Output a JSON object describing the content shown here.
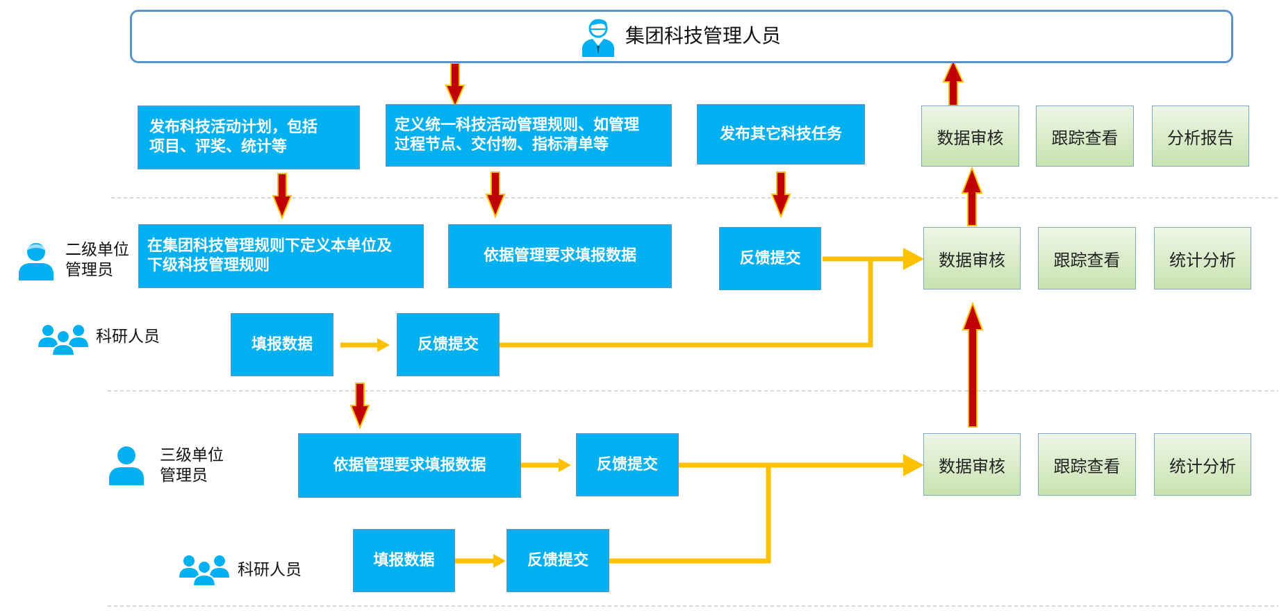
{
  "header": {
    "title": "集团科技管理人员",
    "icon": "manager-icon"
  },
  "roles": {
    "level2_admin": {
      "line1": "二级单位",
      "line2": "管理员",
      "icon": "person-icon"
    },
    "researcher_1": {
      "label": "科研人员",
      "icon": "group-icon"
    },
    "level3_admin": {
      "line1": "三级单位",
      "line2": "管理员",
      "icon": "person-icon"
    },
    "researcher_2": {
      "label": "科研人员",
      "icon": "group-icon"
    }
  },
  "group_tasks": {
    "publish_plan": {
      "line1": "发布科技活动计划，包括",
      "line2": "项目、评奖、统计等"
    },
    "define_rules": {
      "line1": "定义统一科技活动管理规则、如管理",
      "line2": "过程节点、交付物、指标清单等"
    },
    "other_tasks": "发布其它科技任务"
  },
  "level2_tasks": {
    "define_unit_rules": {
      "line1": "在集团科技管理规则下定义本单位及",
      "line2": "下级科技管理规则"
    },
    "fill_by_requirement": "依据管理要求填报数据",
    "feedback_submit": "反馈提交"
  },
  "researcher1_tasks": {
    "fill": "填报数据",
    "feedback": "反馈提交"
  },
  "level3_tasks": {
    "fill_by_requirement": "依据管理要求填报数据",
    "feedback_submit": "反馈提交"
  },
  "researcher2_tasks": {
    "fill": "填报数据",
    "feedback": "反馈提交"
  },
  "group_functions": [
    "数据审核",
    "跟踪查看",
    "分析报告"
  ],
  "level2_functions": [
    "数据审核",
    "跟踪查看",
    "统计分析"
  ],
  "level3_functions": [
    "数据审核",
    "跟踪查看",
    "统计分析"
  ],
  "colors": {
    "task_fill": "#00b0f0",
    "function_fill": "#d3e8c3",
    "flow_arrow": "#ffc000",
    "down_arrow": "#c00000",
    "arrow_outline": "#ffc000",
    "frame": "#5b93c9",
    "icon": "#00b0f0"
  }
}
